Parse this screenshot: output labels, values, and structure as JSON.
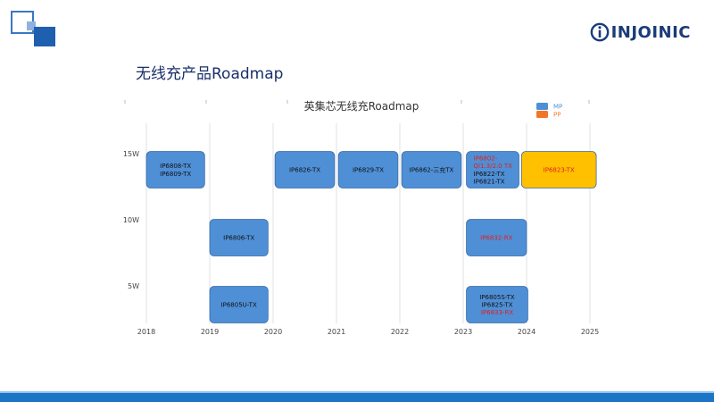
{
  "header": {
    "brand_name": "INJOINIC",
    "brand_color": "#1a3c7a",
    "brand_icon": "circle-i-logo-icon"
  },
  "page": {
    "title": "无线充产品Roadmap"
  },
  "colors": {
    "mp": "#4f8fd6",
    "pp": "#f0772a",
    "highlight": "#ffc000",
    "text_default": "#111111",
    "text_red": "#e0201c",
    "footer": "#1b74c4"
  },
  "chart_data": {
    "type": "timeline",
    "title": "英集芯无线充Roadmap",
    "legend": [
      {
        "label": "MP",
        "color": "#4f8fd6"
      },
      {
        "label": "PP",
        "color": "#f0772a"
      }
    ],
    "x_ticks": [
      "2018",
      "2019",
      "2020",
      "2021",
      "2022",
      "2023",
      "2024",
      "2025"
    ],
    "y_ticks": [
      "15W",
      "10W",
      "5W"
    ],
    "xlim": [
      2018,
      2025
    ],
    "items": [
      {
        "start": 2018.0,
        "end": 2018.92,
        "row": "15W",
        "fill": "#4f8fd6",
        "lines": [
          {
            "text": "IP6808-TX",
            "color": "#111111"
          },
          {
            "text": "IP6809-TX",
            "color": "#111111"
          }
        ]
      },
      {
        "start": 2019.0,
        "end": 2019.92,
        "row": "10W",
        "fill": "#4f8fd6",
        "lines": [
          {
            "text": "IP6806-TX",
            "color": "#111111"
          }
        ]
      },
      {
        "start": 2019.0,
        "end": 2019.92,
        "row": "5W",
        "fill": "#4f8fd6",
        "lines": [
          {
            "text": "IP6805U-TX",
            "color": "#111111"
          }
        ]
      },
      {
        "start": 2020.03,
        "end": 2020.97,
        "row": "15W",
        "fill": "#4f8fd6",
        "lines": [
          {
            "text": "IP6826-TX",
            "color": "#111111"
          }
        ]
      },
      {
        "start": 2021.03,
        "end": 2021.97,
        "row": "15W",
        "fill": "#4f8fd6",
        "lines": [
          {
            "text": "IP6829-TX",
            "color": "#111111"
          }
        ]
      },
      {
        "start": 2022.03,
        "end": 2022.97,
        "row": "15W",
        "fill": "#4f8fd6",
        "lines": [
          {
            "text": "IP6862-三充TX",
            "color": "#111111"
          }
        ]
      },
      {
        "start": 2023.05,
        "end": 2023.88,
        "row": "15W",
        "fill": "#4f8fd6",
        "lines": [
          {
            "text": "IP6802-",
            "color": "#e0201c"
          },
          {
            "text": "Qi1.3/2.0 TX",
            "color": "#e0201c"
          },
          {
            "text": "IP6822-TX",
            "color": "#111111"
          },
          {
            "text": "IP6821-TX",
            "color": "#111111"
          }
        ]
      },
      {
        "start": 2023.92,
        "end": 2025.1,
        "row": "15W",
        "fill": "#ffc000",
        "lines": [
          {
            "text": "IP6823-TX",
            "color": "#e0201c"
          }
        ]
      },
      {
        "start": 2023.05,
        "end": 2024.0,
        "row": "10W",
        "fill": "#4f8fd6",
        "lines": [
          {
            "text": "IP6832-RX",
            "color": "#e0201c"
          }
        ]
      },
      {
        "start": 2023.05,
        "end": 2024.02,
        "row": "5W",
        "fill": "#4f8fd6",
        "lines": [
          {
            "text": "IP6805S-TX",
            "color": "#111111"
          },
          {
            "text": "IP6825-TX",
            "color": "#111111"
          },
          {
            "text": "IP6833-RX",
            "color": "#e0201c"
          }
        ]
      }
    ]
  }
}
